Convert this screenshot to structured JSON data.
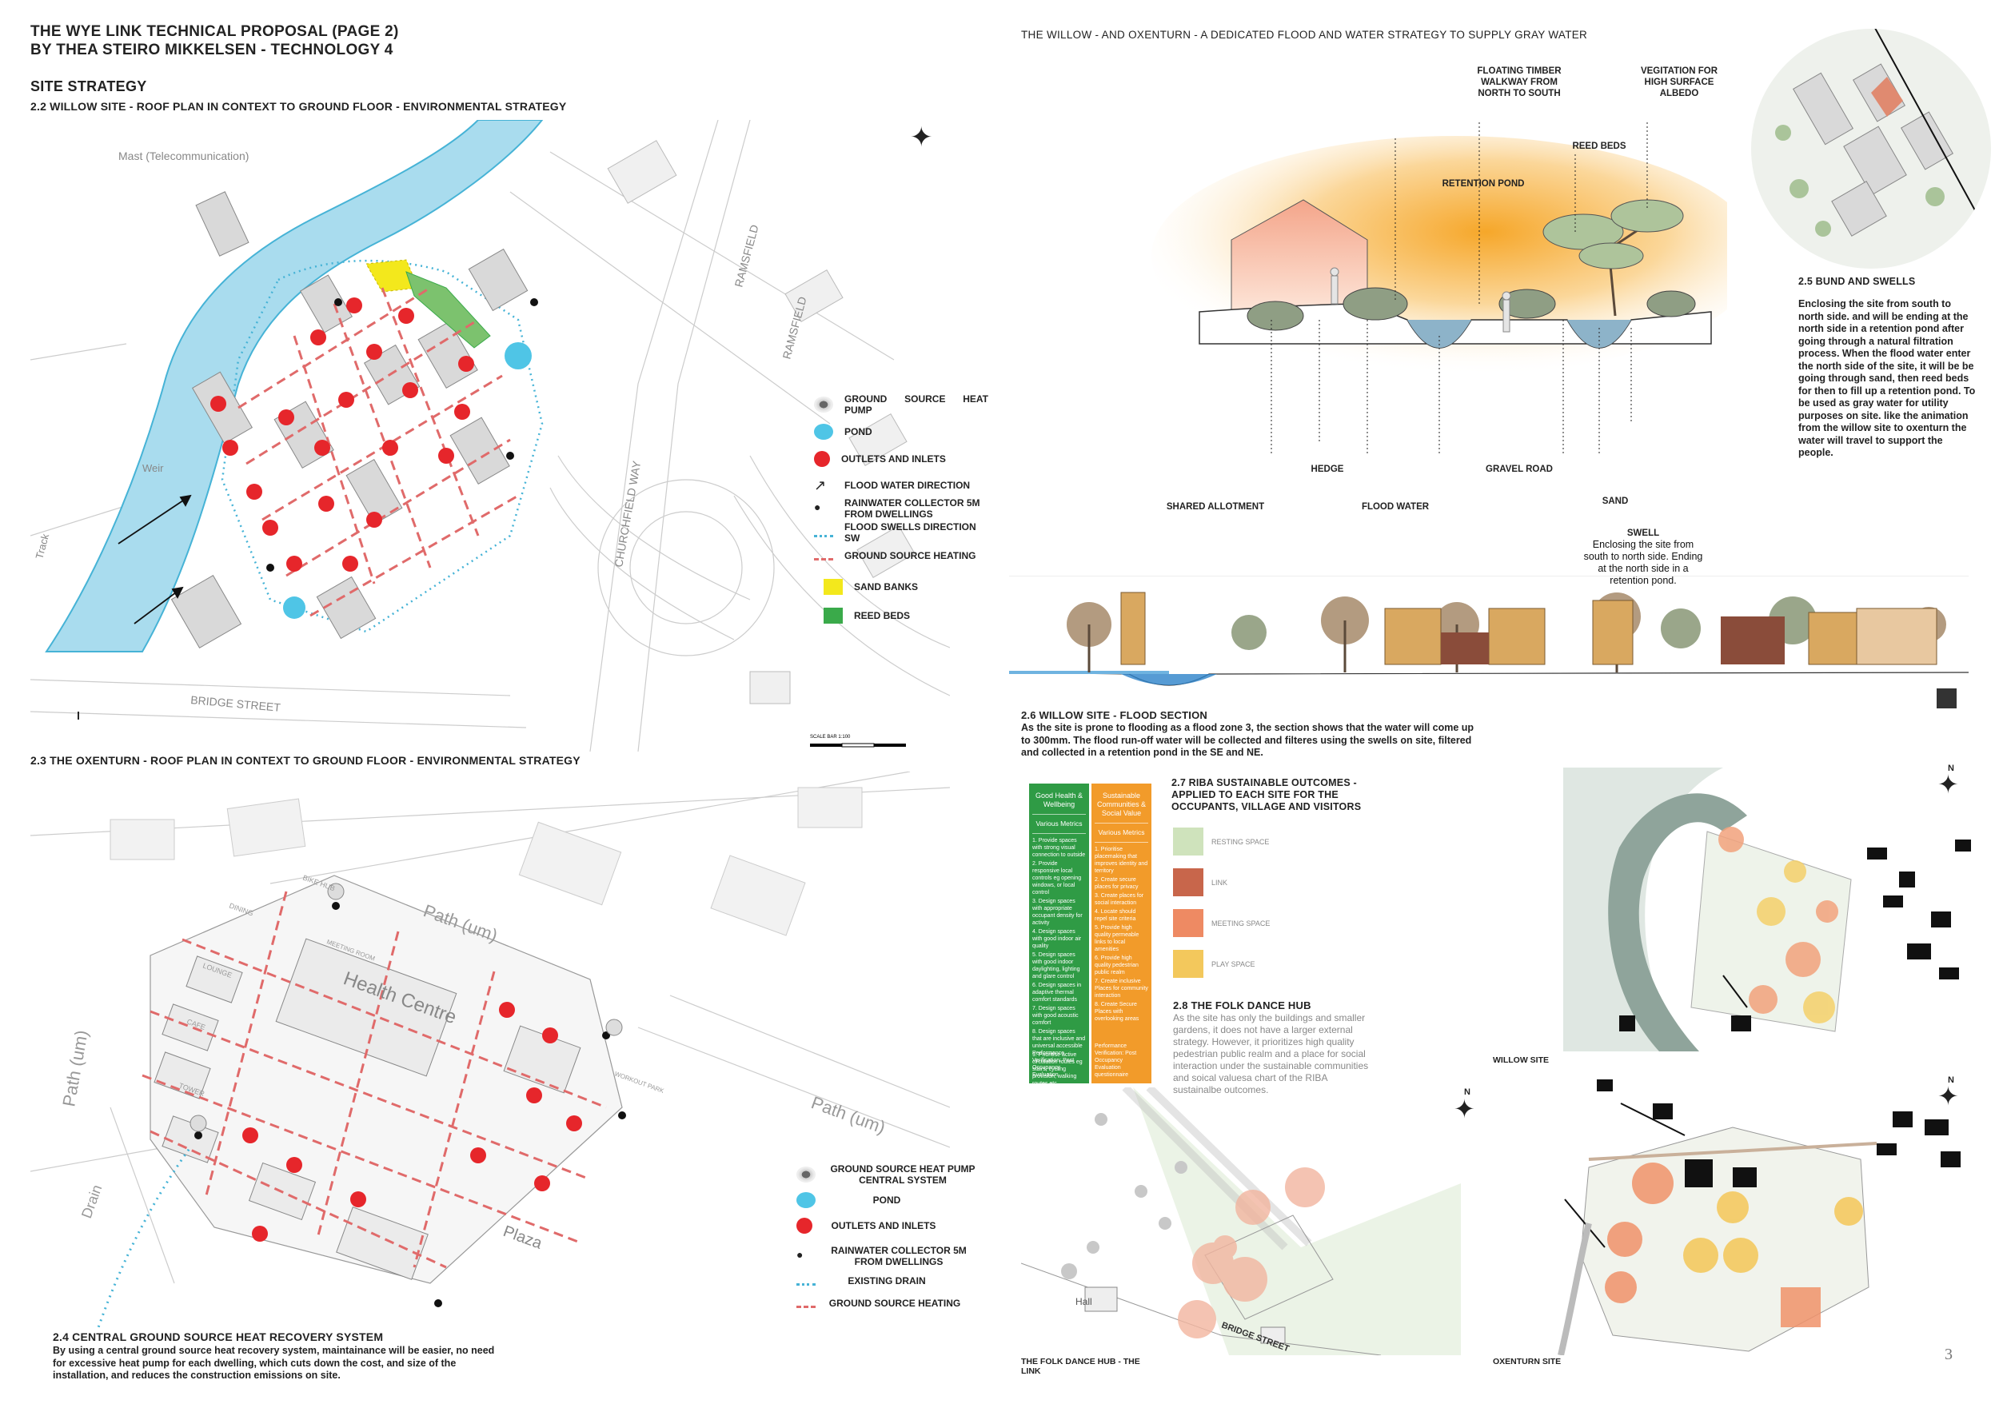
{
  "header": {
    "title_line1": "THE WYE LINK TECHNICAL PROPOSAL (PAGE 2)",
    "title_line2": "BY THEA STEIRO MIKKELSEN - TECHNOLOGY 4",
    "section": "SITE STRATEGY"
  },
  "willow_plan": {
    "heading": "2.2 WILLOW SITE  - ROOF PLAN IN CONTEXT TO GROUND FLOOR - ENVIRONMENTAL STRATEGY",
    "map_labels": {
      "mast": "Mast (Telecommunication)",
      "ramsfield1": "RAMSFIELD",
      "ramsfield2": "RAMSFIELD",
      "churchfield": "CHURCHFIELD WAY",
      "weir": "Weir",
      "track": "Track",
      "bridge_street": "BRIDGE STREET",
      "scale": "SCALE BAR 1:100"
    },
    "legend": [
      {
        "text": "GROUND SOURCE HEAT PUMP",
        "swatch": "heat-pump"
      },
      {
        "text": "POND",
        "swatch": "pond"
      },
      {
        "text": "OUTLETS AND INLETS",
        "swatch": "outlet"
      },
      {
        "text": "FLOOD WATER DIRECTION",
        "swatch": "arrow"
      },
      {
        "text": "RAINWATER COLLECTOR 5M FROM DWELLINGS",
        "swatch": "collector"
      },
      {
        "text": "FLOOD SWELLS  DIRECTION SW",
        "swatch": "dotted"
      },
      {
        "text": "GROUND SOURCE HEATING",
        "swatch": "dashed"
      },
      {
        "text": "SAND BANKS",
        "swatch": "sand"
      },
      {
        "text": "REED BEDS",
        "swatch": "reed"
      }
    ]
  },
  "oxenturn_plan": {
    "heading": "2.3 THE OXENTURN - ROOF PLAN IN CONTEXT TO GROUND FLOOR - ENVIRONMENTAL STRATEGY",
    "map_labels": {
      "path1": "Path (um)",
      "path2": "Path (um)",
      "path3": "Path (um)",
      "drain": "Drain",
      "health_centre": "Health Centre",
      "plaza": "Plaza",
      "dining": "DINING",
      "bike_hub": "BIKE HUB",
      "lounge": "LOUNGE",
      "cafe": "CAFE",
      "tower": "TOWER",
      "meeting": "MEETING ROOM",
      "workout": "WORKOUT PARK"
    },
    "legend": [
      {
        "text": "GROUND SOURCE HEAT PUMP CENTRAL SYSTEM",
        "swatch": "heat-pump"
      },
      {
        "text": "POND",
        "swatch": "pond"
      },
      {
        "text": "OUTLETS AND INLETS",
        "swatch": "outlet"
      },
      {
        "text": "RAINWATER COLLECTOR 5M FROM DWELLINGS",
        "swatch": "collector"
      },
      {
        "text": "EXISTING DRAIN",
        "swatch": "dotted"
      },
      {
        "text": "GROUND SOURCE HEATING",
        "swatch": "dashed"
      }
    ],
    "system_title": "2.4 CENTRAL GROUND SOURCE HEAT RECOVERY SYSTEM",
    "system_text": "By using a central ground source heat recovery system, maintainance will be easier, no need for excessive heat pump for each dwelling, which cuts down the cost, and size of the installation, and reduces the construction emissions on site."
  },
  "flood_strategy": {
    "heading": "THE WILLOW - AND OXENTURN - A DEDICATED FLOOD AND WATER STRATEGY TO SUPPLY GRAY WATER",
    "labels": {
      "walkway": "FLOATING TIMBER WALKWAY FROM NORTH TO SOUTH",
      "vegetation": "VEGITATION FOR HIGH SURFACE ALBEDO",
      "reed_beds": "REED BEDS",
      "retention_pond": "RETENTION POND",
      "hedge": "HEDGE",
      "gravel_road": "GRAVEL ROAD",
      "shared_allotment": "SHARED ALLOTMENT",
      "flood_water": "FLOOD WATER",
      "sand": "SAND",
      "swell_title": "SWELL",
      "swell_text": "Enclosing the site from south to north side. Ending at the north side in a retention pond."
    },
    "bund_title": "2.5 BUND AND SWELLS",
    "bund_text": "Enclosing the site from south to north side. and will be ending at the north side in a retention pond after going through a natural filtration process. When the flood water enter the north side of the site, it will be be going through sand, then reed beds for then to fill up a retention pond. To be used as gray water for utility purposes on site. like the animation from the willow site to oxenturn the water will travel to support the people."
  },
  "flood_section": {
    "title": "2.6 WILLOW SITE - FLOOD SECTION",
    "text": "As the site is prone to flooding as a flood zone 3, the section shows that the water will come up to 300mm. The flood run-off water will be collected and filteres using the swells on site, filtered and collected in a retention pond in the SE and NE."
  },
  "riba": {
    "title": "2.7 RIBA SUSTAINABLE OUTCOMES - APPLIED TO EACH SITE FOR THE OCCUPANTS, VILLAGE AND VISITORS",
    "legend": [
      {
        "text": "RESTING SPACE",
        "color": "#cfe3bc"
      },
      {
        "text": "LINK",
        "color": "#c8664b"
      },
      {
        "text": "MEETING SPACE",
        "color": "#ee8a63"
      },
      {
        "text": "PLAY SPACE",
        "color": "#f3c85c"
      }
    ],
    "table": {
      "col1_head": "Good Health & Wellbeing",
      "col1_metric": "Various Metrics",
      "col1_items": [
        "1. Provide spaces with strong visual connection to outside",
        "2. Provide responsive local controls eg opening windows, or local control",
        "3. Design spaces with appropriate occupant density for activity",
        "4. Design spaces with good indoor air quality",
        "5. Design spaces with good indoor daylighting, lighting and glare control",
        "6. Design spaces in adaptive thermal comfort standards",
        "7. Design spaces with good acoustic comfort",
        "8. Design spaces that are inclusive and universal accessible",
        "9. Prioritise active circulation routes eg stairs, cycling provision, walking routes etc",
        "10. Provide indoor and outdoor planted spaces"
      ],
      "col1_foot": "Performance Verification: Post Occupancy Evaluation",
      "col2_head": "Sustainable Communities & Social Value",
      "col2_metric": "Various Metrics",
      "col2_items": [
        "1. Prioritise placemaking that improves identity and territory",
        "2. Create secure places for privacy",
        "3. Create places for social interaction",
        "4. Locate should repel site criteria",
        "5. Provide high quality permeable links to local amenities",
        "6. Provide high quality pedestrian public realm",
        "7. Create inclusive Places for community interaction",
        "8. Create Secure Places with overlooking areas"
      ],
      "col2_foot": "Performance Verification: Post Occupancy Evaluation questionnaire"
    }
  },
  "folk_hub": {
    "title": "2.8 THE FOLK DANCE HUB",
    "text": "As the site has only the buildings and smaller gardens, it does not have a larger external strategy. However, it prioritizes high quality pedestrian public realm and a place for social interaction under the sustainable communities and soical valuesa chart of the RIBA sustainalbe outcomes.",
    "caption": "THE FOLK DANCE HUB - THE LINK",
    "map_labels": {
      "hall": "Hall",
      "bridge_street": "BRIDGE STREET"
    }
  },
  "mini_maps": {
    "willow_caption": "WILLOW SITE",
    "oxenturn_caption": "OXENTURN SITE",
    "compass": "N"
  },
  "page_number": "3",
  "colors": {
    "river": "#a9dcee",
    "river_stroke": "#46b3d6",
    "outlet": "#e6262b",
    "heating": "#e06a6a",
    "sand": "#f3e81c",
    "reed": "#3aaa4a",
    "green_col": "#2f9b45",
    "orange_col": "#f29b2a"
  }
}
